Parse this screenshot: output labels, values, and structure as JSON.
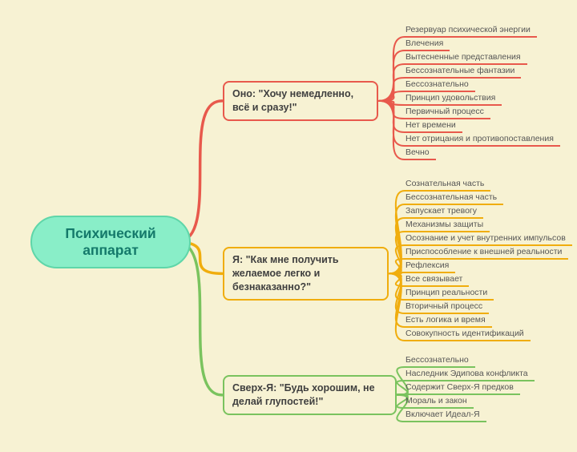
{
  "root": {
    "label": "Психический аппарат"
  },
  "branches": [
    {
      "id": "id",
      "label": "Оно: \"Хочу немедленно, всё и сразу!\"",
      "color": "#e8594c",
      "leaves": [
        "Резервуар психической энергии",
        "Влечения",
        "Вытесненные представления",
        "Бессознательные фантазии",
        "Бессознательно",
        "Принцип удовольствия",
        "Первичный процесс",
        "Нет времени",
        "Нет отрицания и противопоставления",
        "Вечно"
      ]
    },
    {
      "id": "ego",
      "label": "Я: \"Как мне получить желаемое легко и безнаказанно?\"",
      "color": "#f0ad0d",
      "leaves": [
        "Сознательная часть",
        "Бессознательная часть",
        "Запускает тревогу",
        "Механизмы защиты",
        "Осознание и учет внутренних импульсов",
        "Приспособление к внешней реальности",
        "Рефлексия",
        "Все связывает",
        "Принцип реальности",
        "Вторичный процесс",
        "Есть логика и время",
        "Совокупность идентификаций"
      ]
    },
    {
      "id": "superego",
      "label": "Сверх-Я: \"Будь хорошим, не делай глупостей!\"",
      "color": "#7ac35e",
      "leaves": [
        "Бессознательно",
        "Наследник Эдипова конфликта",
        "Содержит Сверх-Я предков",
        "Мораль и закон",
        "Включает Идеал-Я"
      ]
    }
  ],
  "colors": {
    "background": "#f7f2d3",
    "root_fill": "#89eec8",
    "root_border": "#5fd6a9",
    "root_text": "#14796a"
  }
}
